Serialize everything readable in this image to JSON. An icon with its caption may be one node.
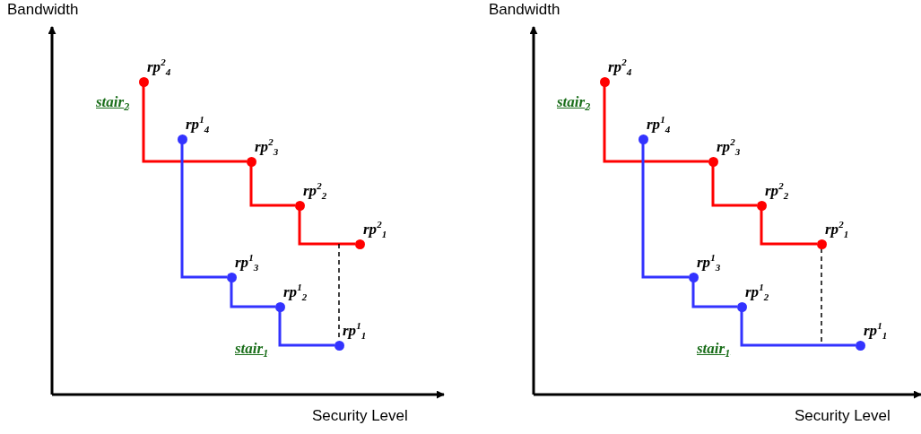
{
  "diagram": {
    "nodes": [
      {
        "text": [],
        "shape": "circle",
        "beside": [
          "rp$^{2}$$_{4}$"
        ]
      },
      {
        "text": [],
        "shape": "circle",
        "beside": [
          "rp$^{2}$$_{3}$"
        ]
      },
      {
        "text": [],
        "shape": "circle",
        "beside": [
          "rp$^{2}$$_{2}$"
        ]
      },
      {
        "text": [],
        "shape": "circle",
        "beside": [
          "rp$^{2}$$_{1}$"
        ]
      },
      {
        "text": [],
        "shape": "circle",
        "beside": [
          "rp$^{1}$$_{4}$"
        ]
      },
      {
        "text": [],
        "shape": "circle",
        "beside": [
          "rp$^{1}$$_{3}$"
        ]
      },
      {
        "text": [],
        "shape": "circle",
        "beside": [
          "rp$^{1}$$_{2}$"
        ]
      },
      {
        "text": [],
        "shape": "circle",
        "beside": [
          "rp$^{1}$$_{1}$"
        ]
      },
      {
        "text": [],
        "shape": "circle",
        "beside": [
          "rp$^{2}$$_{4}$"
        ]
      },
      {
        "text": [],
        "shape": "circle",
        "beside": [
          "rp$^{2}$$_{3}$"
        ]
      },
      {
        "text": [],
        "shape": "circle",
        "beside": [
          "rp$^{2}$$_{2}$"
        ]
      },
      {
        "text": [],
        "shape": "circle",
        "beside": [
          "rp$^{2}$$_{1}$"
        ]
      },
      {
        "text": [],
        "shape": "circle",
        "beside": [
          "rp$^{1}$$_{4}$"
        ]
      },
      {
        "text": [],
        "shape": "circle",
        "beside": [
          "rp$^{1}$$_{3}$"
        ]
      },
      {
        "text": [],
        "shape": "circle",
        "beside": [
          "rp$^{1}$$_{2}$"
        ]
      },
      {
        "text": [],
        "shape": "circle",
        "beside": [
          "rp$^{1}$$_{1}$"
        ]
      }
    ],
    "edges": [
      {
        "from": 0,
        "to": 1,
        "arrow": "none",
        "color": "#ff0000"
      },
      {
        "from": 1,
        "to": 2,
        "arrow": "none",
        "color": "#ff0000"
      },
      {
        "from": 2,
        "to": 3,
        "arrow": "none",
        "color": "#ff0000"
      },
      {
        "from": 4,
        "to": 5,
        "arrow": "none",
        "color": "#3333ff"
      },
      {
        "from": 5,
        "to": 6,
        "arrow": "none",
        "color": "#3333ff"
      },
      {
        "from": 6,
        "to": 7,
        "arrow": "none",
        "color": "#3333ff"
      },
      {
        "from": null,
        "to": 7,
        "arrow": "none",
        "style": "dashed",
        "color": "#000000"
      },
      {
        "from": 8,
        "to": 9,
        "arrow": "none",
        "color": "#ff0000"
      },
      {
        "from": 9,
        "to": 10,
        "arrow": "none",
        "color": "#ff0000"
      },
      {
        "from": 10,
        "to": 11,
        "arrow": "none",
        "color": "#ff0000"
      },
      {
        "from": 12,
        "to": 13,
        "arrow": "none",
        "color": "#3333ff"
      },
      {
        "from": 13,
        "to": 14,
        "arrow": "none",
        "color": "#3333ff"
      },
      {
        "from": 14,
        "to": 15,
        "arrow": "none",
        "color": "#3333ff"
      },
      {
        "from": 11,
        "to": null,
        "arrow": "none",
        "style": "dashed",
        "color": "#000000"
      }
    ],
    "labels": [
      "Bandwidth",
      "Bandwidth",
      "stair$_{2}$",
      "stair$_{2}$",
      "stair$_{1}$",
      "stair$_{1}$",
      "Security Level",
      "Security Level"
    ]
  }
}
